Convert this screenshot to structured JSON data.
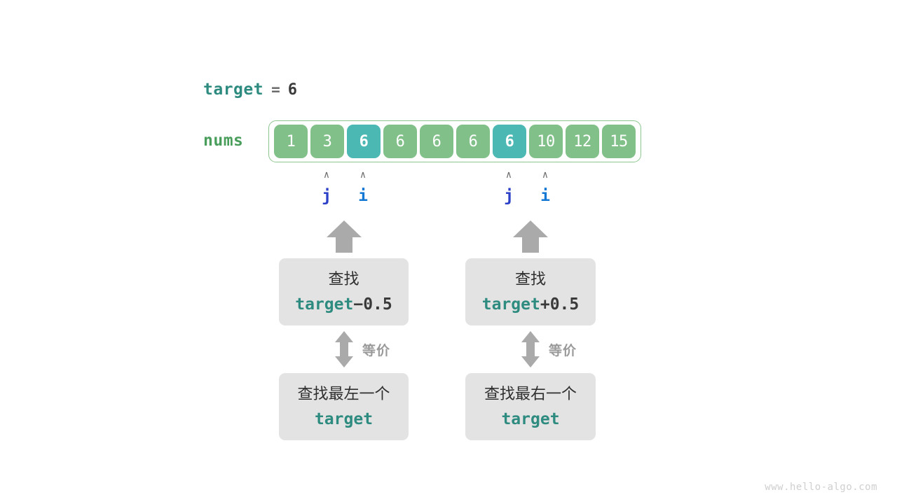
{
  "diagram": {
    "target_label": "target",
    "equals_sign": "=",
    "target_value": "6",
    "nums_label": "nums",
    "array": {
      "values": [
        "1",
        "3",
        "6",
        "6",
        "6",
        "6",
        "6",
        "10",
        "12",
        "15"
      ],
      "highlight_indices": [
        2,
        6
      ]
    },
    "pointers": [
      {
        "name": "j",
        "caret": "∧",
        "index": 1
      },
      {
        "name": "i",
        "caret": "∧",
        "index": 2
      },
      {
        "name": "j",
        "caret": "∧",
        "index": 6
      },
      {
        "name": "i",
        "caret": "∧",
        "index": 7
      }
    ],
    "branches": [
      {
        "top_box": {
          "line1": "查找",
          "token": "target",
          "operator": "−",
          "amount": "0.5"
        },
        "equiv_label": "等价",
        "bottom_box": {
          "line1": "查找最左一个",
          "token": "target"
        }
      },
      {
        "top_box": {
          "line1": "查找",
          "token": "target",
          "operator": "+",
          "amount": "0.5"
        },
        "equiv_label": "等价",
        "bottom_box": {
          "line1": "查找最右一个",
          "token": "target"
        }
      }
    ],
    "watermark": "www.hello-algo.com",
    "colors": {
      "cell": "#82c08a",
      "cell_highlight": "#4cb8b3",
      "container_border": "#8cc68e",
      "token_teal": "#2e8b80",
      "nums_green": "#4a9e5c",
      "pointer_j": "#2c41c7",
      "pointer_i": "#1378d4",
      "box_grey": "#e3e3e3",
      "arrow_grey": "#aaaaaa"
    }
  }
}
